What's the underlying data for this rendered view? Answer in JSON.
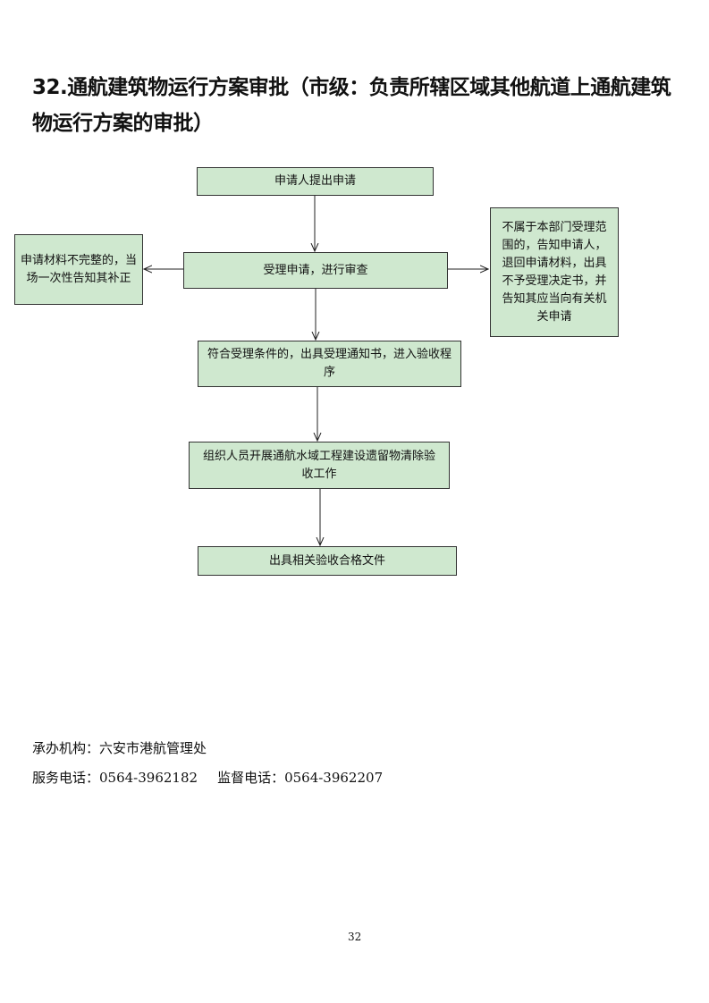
{
  "title": "32.通航建筑物运行方案审批（市级：负责所辖区域其他航道上通航建筑物运行方案的审批）",
  "flow": {
    "step1": "申请人提出申请",
    "step2": "受理申请，进行审查",
    "left": "申请材料不完整的，当场一次性告知其补正",
    "right": "不属于本部门受理范围的，告知申请人，退回申请材料，出具不予受理决定书，并告知其应当向有关机关申请",
    "step3": "符合受理条件的，出具受理通知书，进入验收程序",
    "step4": "组织人员开展通航水域工程建设遗留物清除验收工作",
    "step5": "出具相关验收合格文件"
  },
  "footer": {
    "org": "承办机构：六安市港航管理处",
    "service_phone": "服务电话：0564-3962182",
    "supervise_phone": "监督电话：0564-3962207"
  },
  "page_number": "32"
}
